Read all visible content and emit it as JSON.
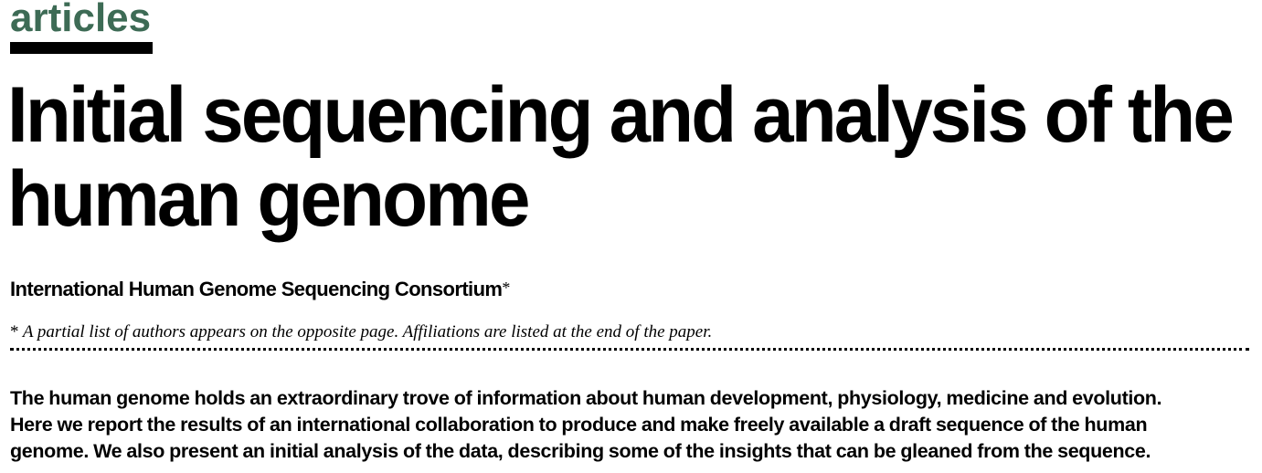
{
  "header": {
    "section_label": "articles",
    "accent_color": "#3d6b55"
  },
  "article": {
    "title_lines": [
      "Initial sequencing and analysis of the",
      "human genome"
    ],
    "authors": "International Human Genome Sequencing Consortium",
    "author_mark": "*",
    "footnote_mark": "*",
    "footnote": " A partial list of authors appears on the opposite page. Affiliations are listed at the end of the paper.",
    "abstract_lines": [
      "The human genome holds an extraordinary trove of information about human development, physiology, medicine and evolution.",
      "Here we report the results of an international collaboration to produce and make freely available a draft sequence of the human",
      "genome. We also present an initial analysis of the data, describing some of the insights that can be gleaned from the sequence."
    ]
  }
}
